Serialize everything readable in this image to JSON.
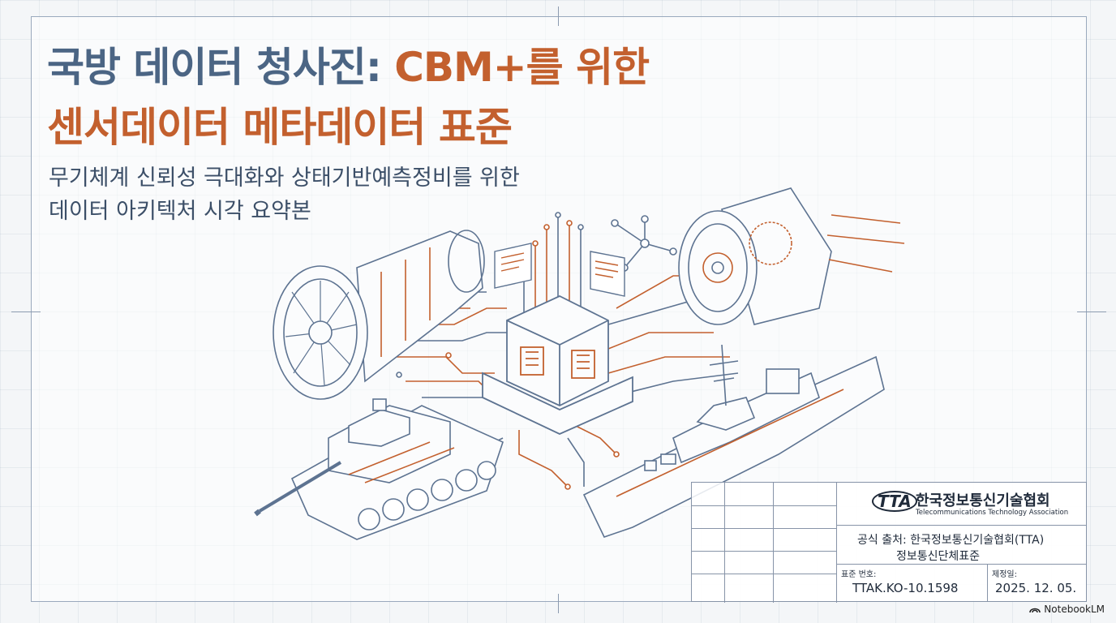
{
  "title": {
    "line1_part1": "국방 데이터 청사진: ",
    "line1_part2": "CBM+를 위한",
    "line2": "센서데이터 메타데이터 표준"
  },
  "subtitle": {
    "line1": "무기체계 신뢰성 극대화와 상태기반예측정비를 위한",
    "line2": "데이터 아키텍처 시각 요약본"
  },
  "title_block": {
    "logo_text": "TTA",
    "org_name_ko": "한국정보통신기술협회",
    "org_name_en": "Telecommunications Technology Association",
    "source_line1": "공식 출처: 한국정보통신기술협회(TTA)",
    "source_line2": "정보통신단체표준",
    "standard_no_label": "표준 번호:",
    "standard_no_value": "TTAK.KO-10.1598",
    "date_label": "제정일:",
    "date_value": "2025. 12. 05."
  },
  "branding": {
    "label": "NotebookLM"
  },
  "colors": {
    "title_blue": "#4b6584",
    "accent_orange": "#c3602e",
    "line_blue": "#5d7391"
  },
  "illustration": {
    "items": [
      "jet-engine",
      "gear-engine",
      "tank",
      "warship",
      "data-cube"
    ]
  }
}
